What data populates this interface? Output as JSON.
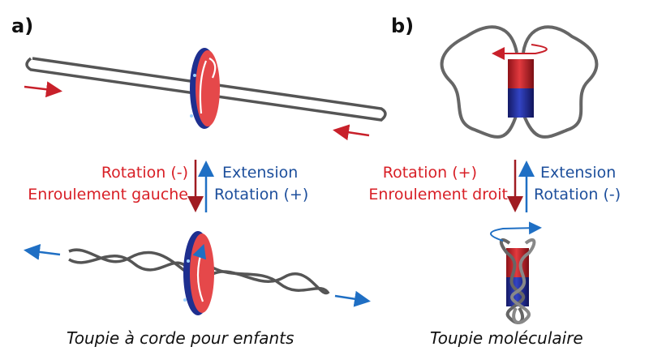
{
  "panel_a": {
    "label": "a)",
    "left_text": {
      "line1": "Rotation (-)",
      "line2": "Enroulement gauche"
    },
    "right_text": {
      "line1": "Extension",
      "line2": "Rotation (+)"
    },
    "caption": "Toupie à corde pour enfants"
  },
  "panel_b": {
    "label": "b)",
    "left_text": {
      "line1": "Rotation (+)",
      "line2": "Enroulement droit"
    },
    "right_text": {
      "line1": "Extension",
      "line2": "Rotation (-)"
    },
    "caption": "Toupie moléculaire"
  },
  "colors": {
    "red": "#d81f26",
    "blue": "#1d4f9c",
    "disc_red": "#e5484a",
    "disc_rim": "#1e2f8f",
    "string": "#555555",
    "ring_red": "#c8202a",
    "ring_blue": "#1f2a8a"
  }
}
